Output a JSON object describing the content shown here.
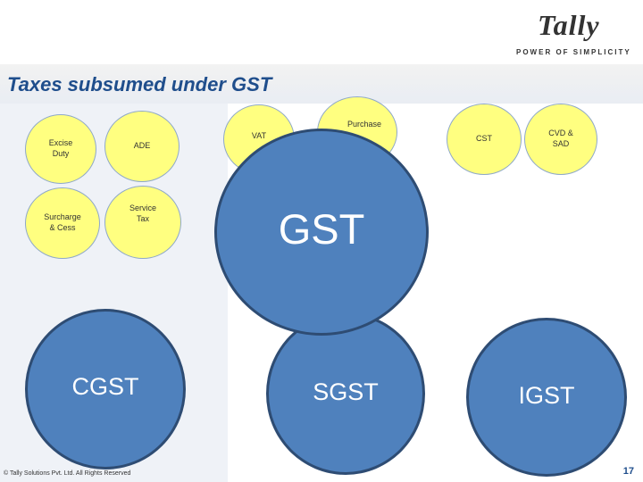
{
  "brand": {
    "name": "Tally",
    "tagline": "POWER OF SIMPLICITY"
  },
  "title": "Taxes subsumed under GST",
  "taxes": {
    "excise": "Excise Duty",
    "ade": "ADE",
    "surcharge": "Surcharge & Cess",
    "service": "Service Tax",
    "vat": "VAT",
    "purchase": "Purchase",
    "cst": "CST",
    "cvd": "CVD & SAD"
  },
  "gst": {
    "main": "GST",
    "cgst": "CGST",
    "sgst": "SGST",
    "igst": "IGST"
  },
  "footer": "© Tally Solutions Pvt. Ltd. All Rights Reserved",
  "page_number": "17",
  "colors": {
    "tax_fill": "#ffff80",
    "gst_fill": "#4f81bd",
    "gst_border": "#2e4c73",
    "title": "#1f4e8c"
  }
}
